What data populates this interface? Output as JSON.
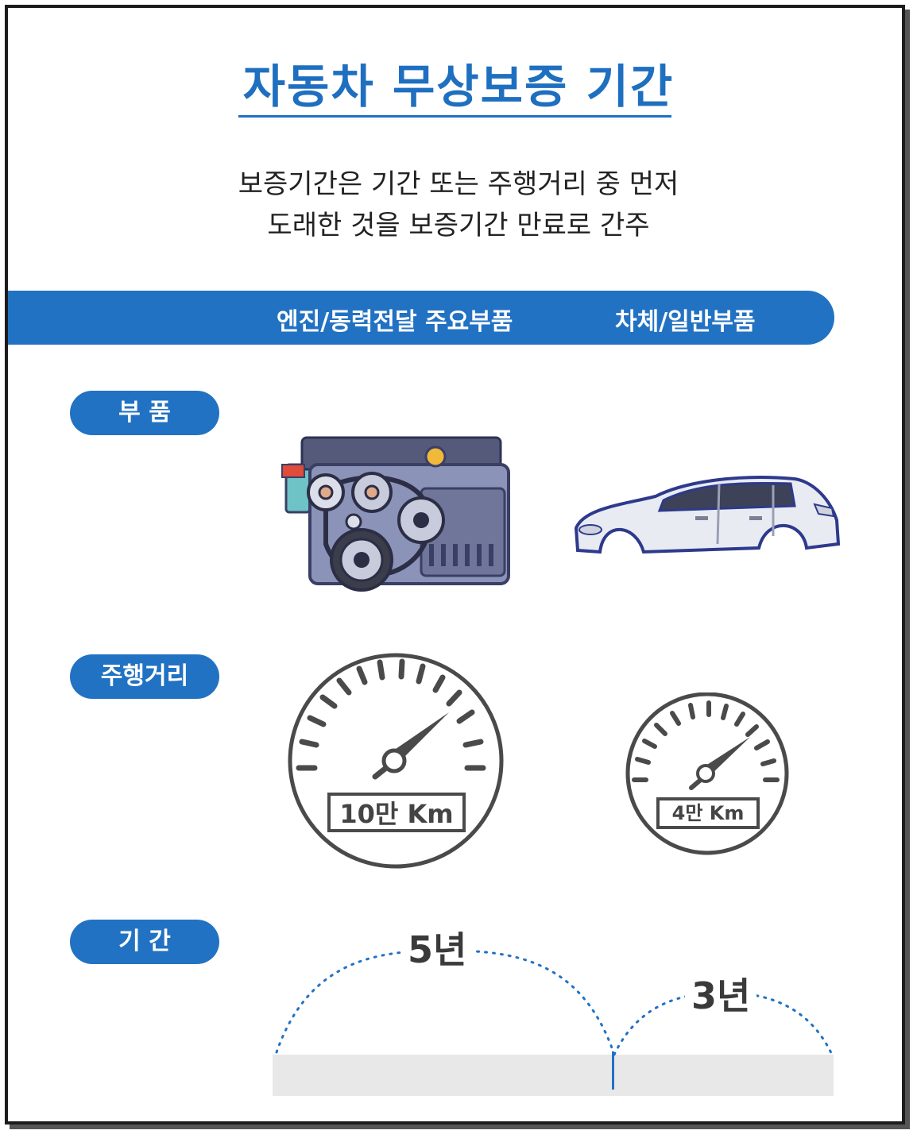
{
  "title": "자동차 무상보증 기간",
  "subtitle": {
    "line1": "보증기간은 기간 또는 주행거리 중 먼저",
    "line2": "도래한 것을 보증기간 만료로 간주"
  },
  "columns": {
    "engine": "엔진/동력전달 주요부품",
    "body": "차체/일반부품"
  },
  "rows": {
    "parts": "부 품",
    "distance": "주행거리",
    "period": "기 간"
  },
  "distance": {
    "engine": "10만 Km",
    "body": "4만 Km"
  },
  "period": {
    "engine": "5년",
    "body": "3년"
  },
  "colors": {
    "accent": "#2272c3",
    "title": "#1f6fc0",
    "gauge": "#4a4a4a",
    "track": "#e8e8e8"
  },
  "icons": [
    "engine-illustration",
    "car-body-illustration",
    "speedometer-icon"
  ]
}
